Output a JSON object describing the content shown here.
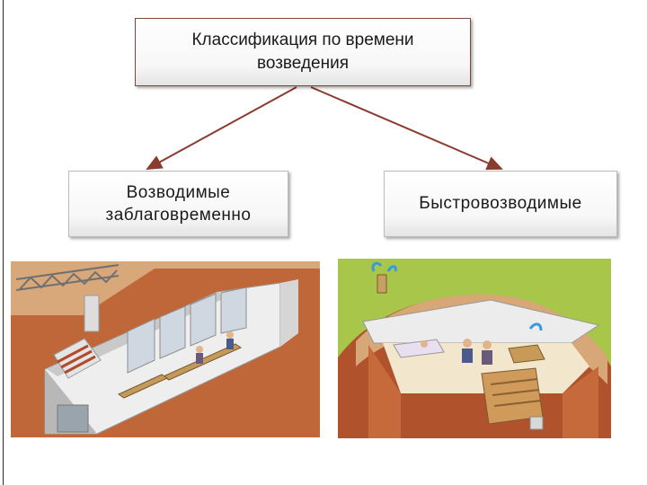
{
  "diagram": {
    "root": {
      "label": "Классификация по времени возведения"
    },
    "children": [
      {
        "label": "Возводимые заблаговременно"
      },
      {
        "label": "Быстровозводимые"
      }
    ]
  },
  "colors": {
    "connector": "#8b3a2e",
    "earth": "#b85c32",
    "grass": "#9bbf3c",
    "concrete": "#e8e8e8"
  },
  "illustrations": [
    {
      "name": "permanent-shelter-cutaway"
    },
    {
      "name": "quick-built-shelter-cutaway"
    }
  ]
}
